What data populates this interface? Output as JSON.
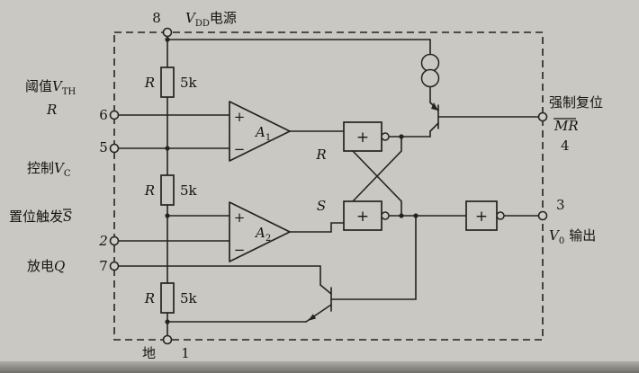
{
  "colors": {
    "paper": "#c9c8c3",
    "ink": "#24241f"
  },
  "pins": {
    "p8": {
      "num": "8",
      "v": "V",
      "sub": "DD",
      "rest": "电源"
    },
    "p6": {
      "num": "6",
      "cjk": "阈值",
      "v": "V",
      "sub": "TH",
      "alt": "R"
    },
    "p5": {
      "num": "5",
      "cjk": "控制",
      "v": "V",
      "sub": "C"
    },
    "p2": {
      "num": "2",
      "cjk": "置位触发",
      "s": "S"
    },
    "p7": {
      "num": "7",
      "cjk": "放电",
      "q": "Q"
    },
    "p1": {
      "num": "1",
      "label": "地"
    },
    "p4": {
      "num": "4",
      "line1": "强制复位",
      "line2": "MR"
    },
    "p3": {
      "num": "3",
      "v": "V",
      "sub": "0",
      "rest": "输出"
    }
  },
  "resistors": [
    {
      "name": "R",
      "value": "5k"
    },
    {
      "name": "R",
      "value": "5k"
    },
    {
      "name": "R",
      "value": "5k"
    }
  ],
  "comparators": [
    {
      "plus": "+",
      "minus": "−",
      "name": "A",
      "sub": "1"
    },
    {
      "plus": "+",
      "minus": "−",
      "name": "A",
      "sub": "2"
    }
  ],
  "latch": {
    "r": "R",
    "s": "S",
    "gate_r_symbol": "+",
    "gate_s_symbol": "+"
  },
  "output_gate": {
    "symbol": "+"
  }
}
